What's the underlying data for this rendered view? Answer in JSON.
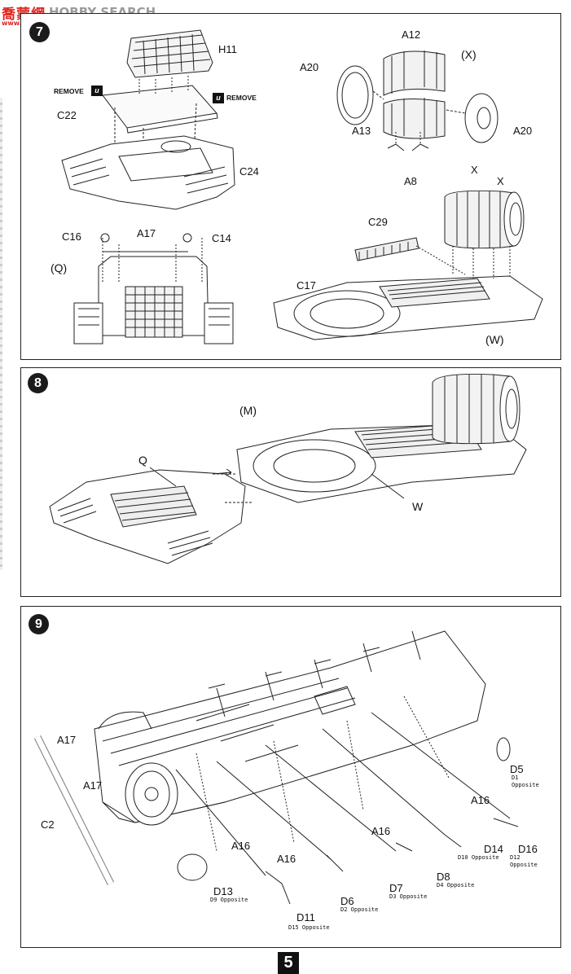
{
  "watermark": {
    "brand_cn": "喬蒙網",
    "brand_en": "HOBBY SEARCH",
    "url": "www.hsmon.com"
  },
  "page_number": "5",
  "step7": {
    "number": "7",
    "remove_label": "REMOVE",
    "labels": {
      "h11": "H11",
      "c22": "C22",
      "c24": "C24",
      "a17": "A17",
      "c16": "C16",
      "c14": "C14",
      "q": "(Q)",
      "a12": "A12",
      "x_group": "(X)",
      "a20_left": "A20",
      "a13": "A13",
      "a20_right": "A20",
      "a8": "A8",
      "x1": "X",
      "x2": "X",
      "c29": "C29",
      "c17": "C17",
      "w": "(W)"
    }
  },
  "step8": {
    "number": "8",
    "labels": {
      "m": "(M)",
      "q": "Q",
      "w": "W"
    }
  },
  "step9": {
    "number": "9",
    "labels": {
      "a17_top": "A17",
      "a17_bottom": "A17",
      "c2": "C2",
      "a16_1": "A16",
      "a16_2": "A16",
      "a16_3": "A16",
      "a16_4": "A16",
      "d5": "D5",
      "d5_sub": "D1\nOpposite",
      "d16": "D16",
      "d16_sub": "D12\nOpposite",
      "d14": "D14",
      "d14_sub": "D10 Opposite",
      "d8": "D8",
      "d8_sub": "D4 Opposite",
      "d7": "D7",
      "d7_sub": "D3 Opposite",
      "d6": "D6",
      "d6_sub": "D2 Opposite",
      "d11": "D11",
      "d11_sub": "D15 Opposite",
      "d13": "D13",
      "d13_sub": "D9 Opposite"
    }
  }
}
